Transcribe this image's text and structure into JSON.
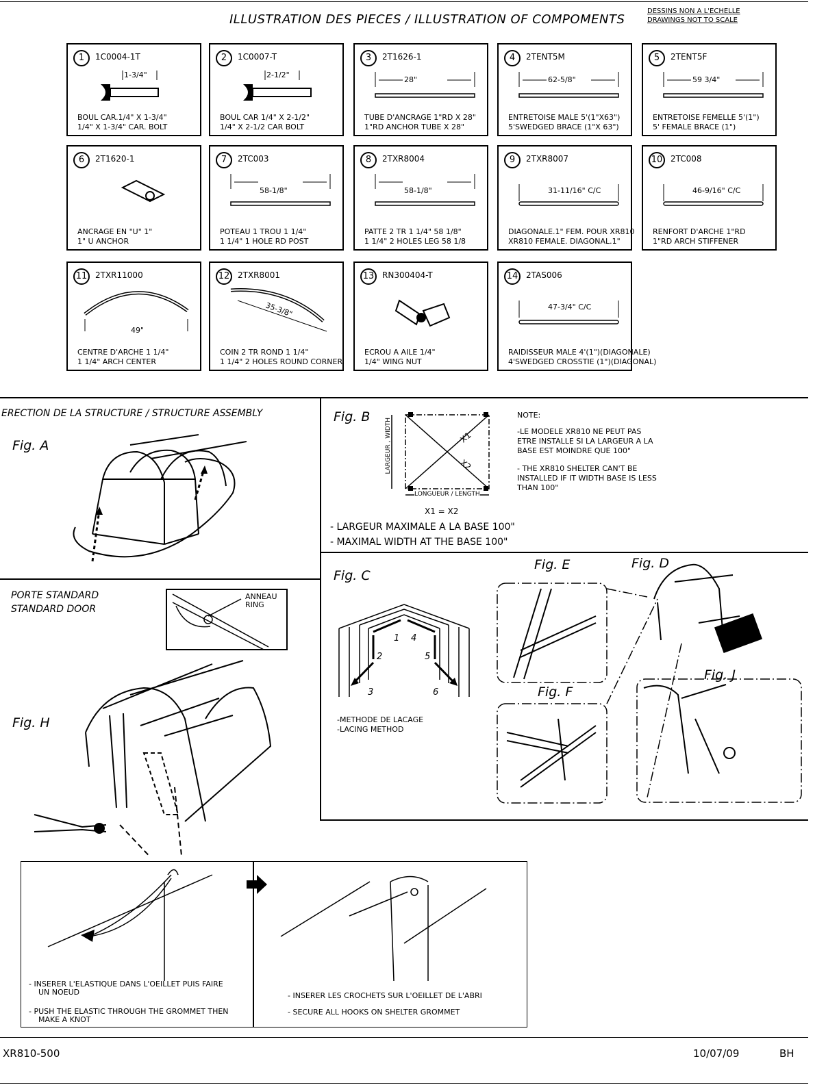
{
  "header": {
    "title": "ILLUSTRATION DES PIECES / ILLUSTRATION OF COMPOMENTS",
    "scale_fr": "DESSINS NON A L'ECHELLE",
    "scale_en": "DRAWINGS NOT TO SCALE"
  },
  "parts": [
    {
      "num": "1",
      "code": "1C0004-1T",
      "dim": "1-3/4\"",
      "fr": "BOUL CAR.1/4\" X 1-3/4\"",
      "en": "1/4\" X 1-3/4\" CAR. BOLT"
    },
    {
      "num": "2",
      "code": "1C0007-T",
      "dim": "2-1/2\"",
      "fr": "BOUL CAR 1/4\" X 2-1/2\"",
      "en": "1/4\" X 2-1/2 CAR BOLT"
    },
    {
      "num": "3",
      "code": "2T1626-1",
      "dim": "28\"",
      "fr": "TUBE D'ANCRAGE 1\"RD X 28\"",
      "en": "1\"RD ANCHOR TUBE X 28\""
    },
    {
      "num": "4",
      "code": "2TENT5M",
      "dim": "62-5/8\"",
      "fr": "ENTRETOISE MALE 5'(1\"X63\")",
      "en": "5'SWEDGED BRACE (1\"X 63\")"
    },
    {
      "num": "5",
      "code": "2TENT5F",
      "dim": "59 3/4\"",
      "fr": "ENTRETOISE FEMELLE 5'(1\")",
      "en": "5' FEMALE BRACE (1\")"
    },
    {
      "num": "6",
      "code": "2T1620-1",
      "dim": "",
      "fr": "ANCRAGE EN \"U\" 1\"",
      "en": "1\" U ANCHOR"
    },
    {
      "num": "7",
      "code": "2TC003",
      "dim": "58-1/8\"",
      "fr": "POTEAU 1 TROU 1 1/4\"",
      "en": "1 1/4\" 1 HOLE RD POST"
    },
    {
      "num": "8",
      "code": "2TXR8004",
      "dim": "58-1/8\"",
      "fr": "PATTE 2 TR 1 1/4\" 58 1/8\"",
      "en": "1 1/4\" 2 HOLES LEG 58 1/8"
    },
    {
      "num": "9",
      "code": "2TXR8007",
      "dim": "31-11/16\" C/C",
      "fr": "DIAGONALE.1\" FEM. POUR XR810",
      "en": "XR810 FEMALE. DIAGONAL.1\""
    },
    {
      "num": "10",
      "code": "2TC008",
      "dim": "46-9/16\" C/C",
      "fr": "RENFORT D'ARCHE 1\"RD",
      "en": "1\"RD ARCH STIFFENER"
    },
    {
      "num": "11",
      "code": "2TXR11000",
      "dim": "49\"",
      "fr": "CENTRE D'ARCHE 1 1/4\"",
      "en": "1 1/4\" ARCH CENTER"
    },
    {
      "num": "12",
      "code": "2TXR8001",
      "dim": "35-3/8\"",
      "fr": "COIN 2 TR ROND 1 1/4\"",
      "en": "1 1/4\" 2 HOLES ROUND CORNER"
    },
    {
      "num": "13",
      "code": "RN300404-T",
      "dim": "",
      "fr": "ECROU A AILE 1/4\"",
      "en": "1/4\" WING NUT"
    },
    {
      "num": "14",
      "code": "2TAS006",
      "dim": "47-3/4\" C/C",
      "fr": "RAIDISSEUR MALE 4'(1\")(DIAGONALE)",
      "en": "4'SWEDGED CROSSTIE (1\")(DIAGONAL)"
    }
  ],
  "assembly": {
    "title": "ERECTION DE LA STRUCTURE / STRUCTURE ASSEMBLY",
    "fig_a": "Fig. A",
    "fig_b": "Fig. B",
    "fig_c": "Fig. C",
    "fig_d": "Fig. D",
    "fig_e": "Fig. E",
    "fig_f": "Fig. F",
    "fig_h": "Fig. H",
    "fig_j": "Fig. J",
    "width_label": "LARGEUR , WIDTH",
    "length_label": "LONGUEUR / LENGTH",
    "x1": "X1",
    "x2": "X2",
    "x_eq": "X1 = X2",
    "note_title": "NOTE:",
    "note_fr": [
      "-LE MODELE XR810 NE PEUT PAS",
      "ETRE INSTALLE SI LA LARGEUR A LA",
      "BASE EST MOINDRE QUE 100\""
    ],
    "note_en": [
      "- THE XR810 SHELTER CAN'T BE",
      "INSTALLED IF IT WIDTH BASE IS LESS",
      "THAN 100\""
    ],
    "base_fr": "- LARGEUR MAXIMALE A LA BASE 100\"",
    "base_en": "- MAXIMAL WIDTH AT THE BASE 100\"",
    "lacing_fr": "-METHODE DE LACAGE",
    "lacing_en": "-LACING METHOD",
    "lacing_steps": [
      "1",
      "2",
      "3",
      "4",
      "5",
      "6"
    ],
    "door_fr": "PORTE STANDARD",
    "door_en": "STANDARD DOOR",
    "ring_fr": "ANNEAU",
    "ring_en": "RING",
    "elastic_fr": [
      "- INSERER L'ELASTIQUE DANS L'OEILLET PUIS FAIRE",
      "UN NOEUD"
    ],
    "elastic_en": [
      "- PUSH THE ELASTIC THROUGH THE GROMMET THEN",
      "MAKE A KNOT"
    ],
    "hooks_fr": "- INSERER LES CROCHETS SUR L'OEILLET DE L'ABRI",
    "hooks_en": "- SECURE ALL HOOKS ON SHELTER GROMMET"
  },
  "footer": {
    "model": "XR810-500",
    "date": "10/07/09",
    "initials": "BH"
  }
}
